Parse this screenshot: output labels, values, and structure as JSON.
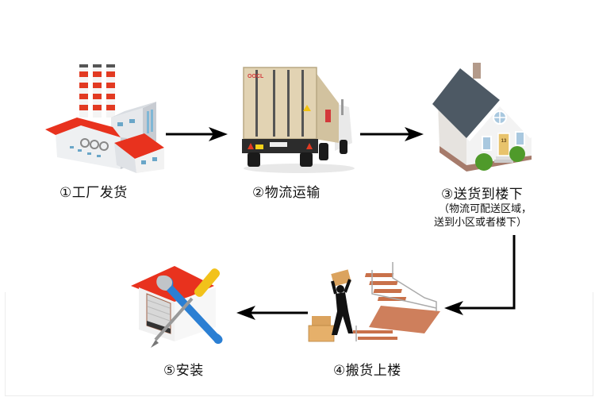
{
  "steps": [
    {
      "label": "①工厂发货",
      "icon": "factory-icon"
    },
    {
      "label": "②物流运输",
      "icon": "container-truck-icon"
    },
    {
      "label": "③送货到楼下",
      "icon": "house-icon",
      "note_lines": [
        "（物流可配送区域，",
        "送到小区或者楼下）"
      ]
    },
    {
      "label": "④搬货上楼",
      "icon": "carry-upstairs-icon"
    },
    {
      "label": "⑤安装",
      "icon": "install-tools-icon"
    }
  ],
  "truck": {
    "brand_text": "OOCL"
  },
  "house": {
    "door_number": "13"
  },
  "colors": {
    "arrow": "#000000",
    "text": "#111111",
    "roof_red": "#e8321e",
    "container_beige": "#e2d3b3",
    "roof_slate": "#4d5964",
    "stair_copper": "#c9714a",
    "box_cardboard": "#dba35e",
    "tool_blue": "#2b7fd3",
    "tool_yellow": "#f2c21a"
  }
}
